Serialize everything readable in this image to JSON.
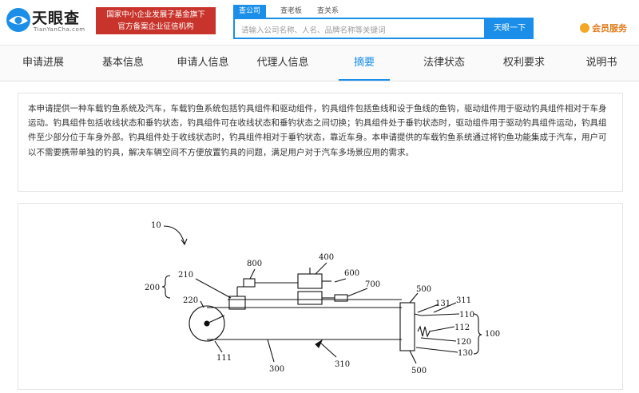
{
  "header": {
    "logo_text": "天眼查",
    "logo_sub": "TianYanCha.com",
    "badge_line1": "国家中小企业发展子基金旗下",
    "badge_line2": "官方备案企业征信机构",
    "search_tabs": [
      {
        "label": "查公司",
        "active": true
      },
      {
        "label": "查老板",
        "active": false
      },
      {
        "label": "查关系",
        "active": false
      }
    ],
    "search_placeholder": "请输入公司名称、人名、品牌名称等关键词",
    "search_button": "天眼一下",
    "vip_label": "会员服务"
  },
  "nav": {
    "items": [
      {
        "label": "申请进展",
        "active": false
      },
      {
        "label": "基本信息",
        "active": false
      },
      {
        "label": "申请人信息",
        "active": false
      },
      {
        "label": "代理人信息",
        "active": false
      },
      {
        "label": "摘要",
        "active": true
      },
      {
        "label": "法律状态",
        "active": false
      },
      {
        "label": "权利要求",
        "active": false
      },
      {
        "label": "说明书",
        "active": false
      }
    ]
  },
  "abstract": {
    "text": "本申请提供一种车载钓鱼系统及汽车，车载钓鱼系统包括钓具组件和驱动组件，钓具组件包括鱼线和设于鱼线的鱼钩，驱动组件用于驱动钓具组件相对于车身运动。钓具组件包括收线状态和垂钓状态，钓具组件可在收线状态和垂钓状态之间切换；钓具组件处于垂钓状态时，驱动组件用于驱动钓具组件运动，钓具组件至少部分位于车身外部。钓具组件处于收线状态时，钓具组件相对于垂钓状态，靠近车身。本申请提供的车载钓鱼系统通过将钓鱼功能集成于汽车，用户可以不需要携带单独的钓具，解决车辆空间不方便放置钓具的问题，满足用户对于汽车多场景应用的需求。"
  },
  "drawing": {
    "labels": {
      "n10": "10",
      "n200": "200",
      "n210": "210",
      "n220": "220",
      "n800": "800",
      "n400": "400",
      "n600": "600",
      "n700": "700",
      "n500a": "500",
      "n311": "311",
      "n131": "131",
      "n110": "110",
      "n112": "112",
      "n100": "100",
      "n120": "120",
      "n130": "130",
      "n111": "111",
      "n300": "300",
      "n310": "310",
      "n500b": "500"
    }
  },
  "colors": {
    "accent": "#1a8ee8",
    "badge": "#c8332b",
    "vip": "#e07b1c"
  }
}
